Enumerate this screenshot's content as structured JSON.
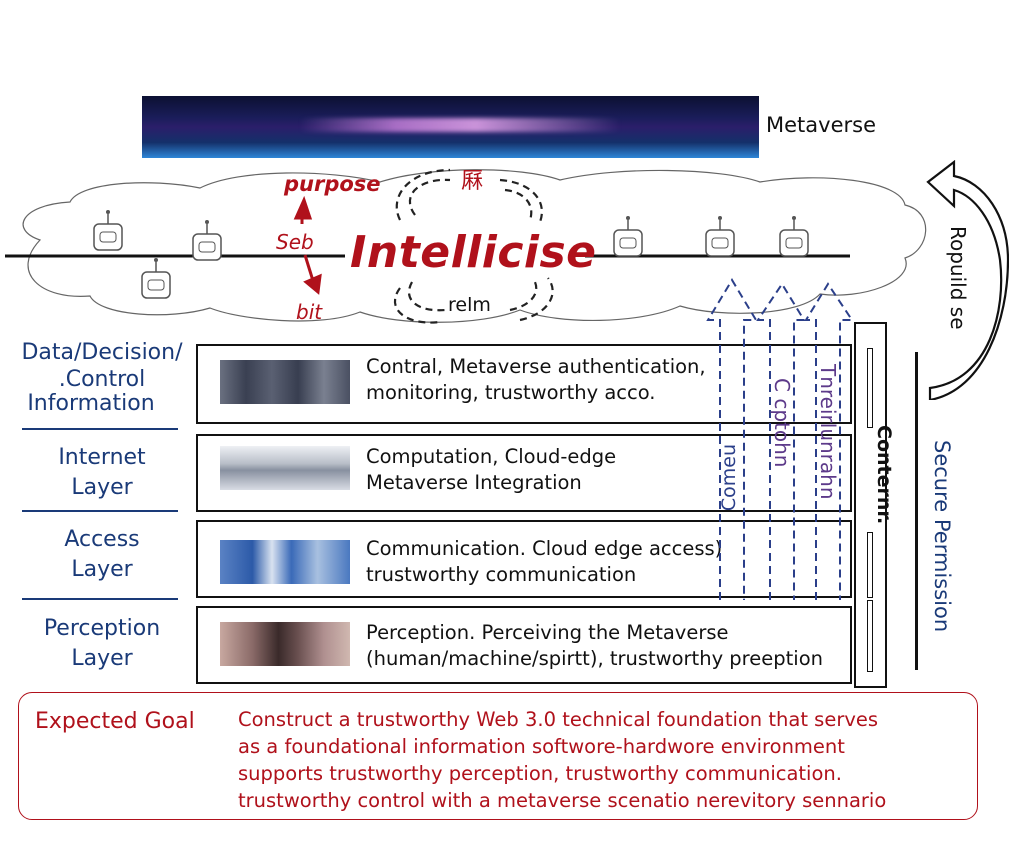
{
  "banner": {
    "label": "Metaverse"
  },
  "cloud": {
    "purpose": "purpose",
    "seb": "Seb",
    "bit": "bit",
    "center": "Intellicise",
    "relm": "relm",
    "glyph": "厤"
  },
  "layers": [
    {
      "label_lines": [
        "Data/Decision/",
        ".Control",
        "Information"
      ],
      "text_lines": [
        "Contral, Metaverse authentication,",
        "monitoring, trustworthy acco."
      ]
    },
    {
      "label_lines": [
        "Internet",
        "Layer"
      ],
      "text_lines": [
        "Computation, Cloud-edge",
        "Metaverse Integration"
      ]
    },
    {
      "label_lines": [
        "Access",
        "Layer"
      ],
      "text_lines": [
        "Communication. Cloud edge access)",
        "trustworthy communication"
      ]
    },
    {
      "label_lines": [
        "Perception",
        "Layer"
      ],
      "text_lines": [
        "Perception. Perceiving the Metaverse",
        "(human/machine/spirtt), trustworthy preeption"
      ]
    }
  ],
  "vertical_labels": {
    "content": "Conternr.",
    "comeu": "Comeu",
    "cpohn": "C cptohn",
    "tmlu": "Tnreirlunrahn",
    "rebuild": "Ropuild se",
    "secure": "Secure Permission"
  },
  "goal": {
    "title": "Expected Goal",
    "lines": [
      "Construct a trustworthy Web 3.0 technical foundation that serves",
      "as a foundational information softwore-hardwore environment",
      "supports trustworthy perception, trustworthy communication.",
      "trustworthy control with a metaverse scenatio nerevitory sennario"
    ]
  },
  "colors": {
    "accent_red": "#b0111b",
    "navy": "#1a3a78",
    "purple": "#5d3a8a"
  }
}
